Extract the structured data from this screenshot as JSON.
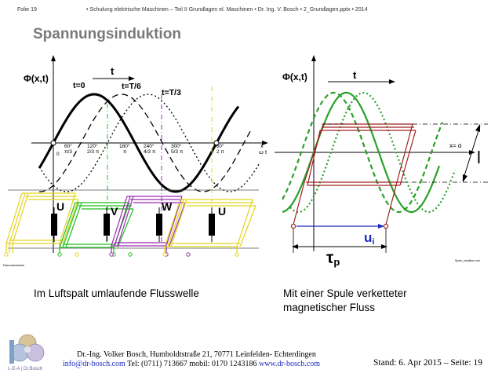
{
  "header": {
    "slide": "Folie 19",
    "line": "• Schulung elektrische Maschinen – Teil II Grundlagen el. Maschinen  • Dr. Ing. V. Bosch  • 2_Grundlagen.pptx  • 2014"
  },
  "title": "Spannungsinduktion",
  "left_figure": {
    "y_axis": "Φ(x,t)",
    "t_arrow": "t",
    "curve_labels": [
      "t=0",
      "t=T/6",
      "t=T/3"
    ],
    "x_axis_end": "x",
    "x_axis_end2": "ω t",
    "ticks": [
      {
        "deg": "0",
        "rad": ""
      },
      {
        "deg": "60°",
        "rad": "π/3"
      },
      {
        "deg": "120°",
        "rad": "2/3 π"
      },
      {
        "deg": "180°",
        "rad": "π"
      },
      {
        "deg": "240°",
        "rad": "4/3 π"
      },
      {
        "deg": "300°",
        "rad": "5/3 π"
      },
      {
        "deg": "360°",
        "rad": "2 π"
      }
    ],
    "phases": [
      "U",
      "V",
      "W",
      "U"
    ],
    "small_label": "Rauman/winda"
  },
  "right_figure": {
    "y_axis": "Φ(x,t)",
    "t_arrow": "t",
    "x_label": "x= α",
    "length_label": "l",
    "voltage_label": "u",
    "voltage_sub": "i",
    "pitch_label": "τ",
    "pitch_sub": "p",
    "small_label": "Spule_Induktion.vsd"
  },
  "captions": {
    "left": "Im Luftspalt umlaufende Flusswelle",
    "right": "Mit einer Spule verketteter magnetischer Fluss"
  },
  "footer": {
    "line1": "Dr.-Ing. Volker Bosch, Humboldtstraße 21, 70771 Leinfelden- Echterdingen",
    "email": "info@dr-bosch.com",
    "phone": " Tel: (0711) 713667 mobil: 0170 1243186 ",
    "web": "www.dr-bosch.com",
    "stand": "Stand: 6. Apr 2015 – Seite: 19",
    "logo_text": "L-E-A | Dr.Bosch"
  },
  "colors": {
    "title": "#7a7a7a",
    "phase_u": "#e3d41c",
    "phase_v": "#1fbf1f",
    "phase_w": "#9a2bb0",
    "green_wave": "#2aa02a",
    "coil": "#a02020",
    "arrow_blue": "#1c2bbd",
    "link": "#1c2bbd"
  }
}
